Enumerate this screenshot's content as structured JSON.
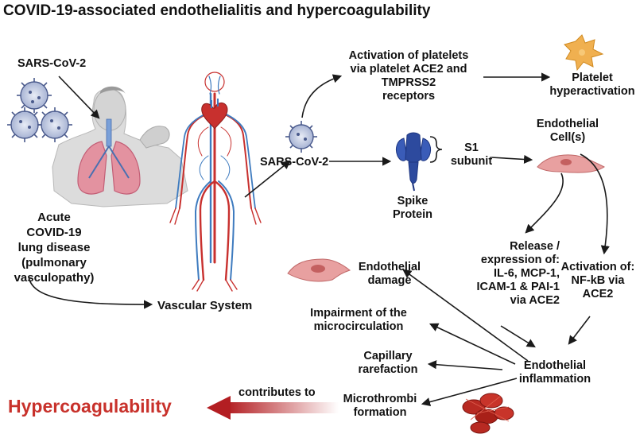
{
  "title": "COVID-19-associated endothelialitis and hypercoagulability",
  "labels": {
    "sars_left": "SARS-CoV-2",
    "acute_disease": [
      "Acute",
      "COVID-19",
      "lung disease",
      "(pulmonary",
      "vasculopathy)"
    ],
    "vascular_system": "Vascular System",
    "sars_mid": "SARS-CoV-2",
    "platelet_activation": [
      "Activation of platelets",
      "via platelet ACE2 and",
      "TMPRSS2",
      "receptors"
    ],
    "platelet_hyper": [
      "Platelet",
      "hyperactivation"
    ],
    "spike_protein": [
      "Spike",
      "Protein"
    ],
    "s1_subunit": [
      "S1",
      "subunit"
    ],
    "endothelial_cells": [
      "Endothelial",
      "Cell(s)"
    ],
    "release_expression": [
      "Release /",
      "expression of:",
      "IL-6, MCP-1,",
      "ICAM-1 & PAI-1",
      "via ACE2"
    ],
    "activation_nfkb": [
      "Activation of:",
      "NF-kB via",
      "ACE2"
    ],
    "endothelial_damage": [
      "Endothelial",
      "damage"
    ],
    "microcirculation": [
      "Impairment of the",
      "microcirculation"
    ],
    "capillary": [
      "Capillary",
      "rarefaction"
    ],
    "microthrombi": [
      "Microthrombi",
      "formation"
    ],
    "inflammation": [
      "Endothelial",
      "inflammation"
    ],
    "contributes_to": "contributes to",
    "hypercoagulability": "Hypercoagulability"
  },
  "colors": {
    "accent_red": "#c8312b",
    "artery": "#c8302e",
    "vein": "#3e7bbf",
    "virus": "#4a5a8c",
    "spike": "#2d4a9e",
    "cell": "#e8a0a0",
    "platelet": "#f0b050",
    "clot": "#b82a22"
  }
}
